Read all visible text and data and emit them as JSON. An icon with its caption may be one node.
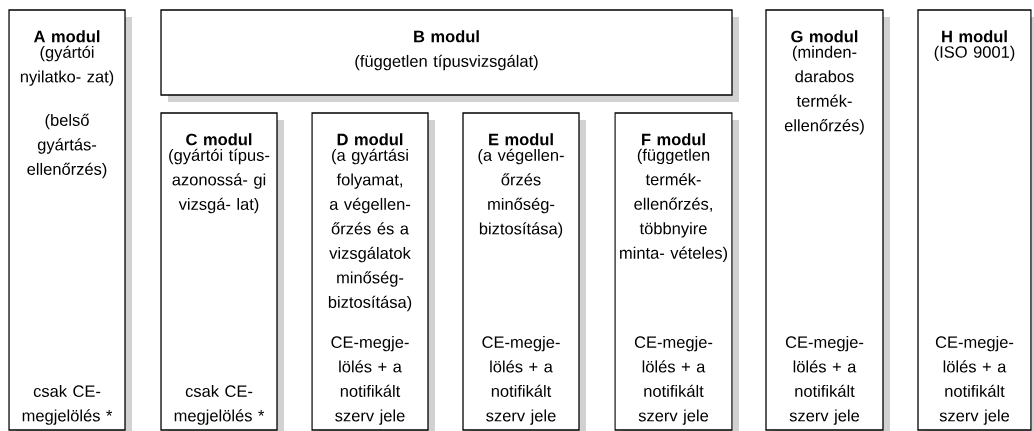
{
  "diagram": {
    "nodes": [
      {
        "text": [
          "A modul",
          "(gyártói nyilatko- zat)",
          "(belső gyártás- ellenőrzés)",
          "csak CE- megjelölés *"
        ]
      },
      {
        "text": [
          "B modul",
          "(független típusvizsgálat)"
        ]
      },
      {
        "text": [
          "C modul",
          "(gyártói típus- azonossá- gi vizsgá- lat)",
          "csak CE- megjelölés *"
        ]
      },
      {
        "text": [
          "D modul",
          "(a gyártási folyamat, a végellen- őrzés és a vizsgálatok minőség- biztosítása)",
          "CE-megje- lölés + a notifikált szerv jele"
        ]
      },
      {
        "text": [
          "E modul",
          "(a végellen- őrzés minőség- biztosítása)",
          "CE-megje- lölés + a notifikált szerv jele"
        ]
      },
      {
        "text": [
          "F modul",
          "(független termék- ellenőrzés, többnyire minta- vételes)",
          "CE-megje- lölés + a notifikált szerv jele"
        ]
      },
      {
        "text": [
          "G modul",
          "(minden- darabos termék- ellenőrzés)",
          "CE-megje- lölés + a notifikált szerv jele"
        ]
      },
      {
        "text": [
          "H modul",
          "(ISO 9001)",
          "CE-megje- lölés + a notifikált szerv jele"
        ]
      }
    ]
  }
}
